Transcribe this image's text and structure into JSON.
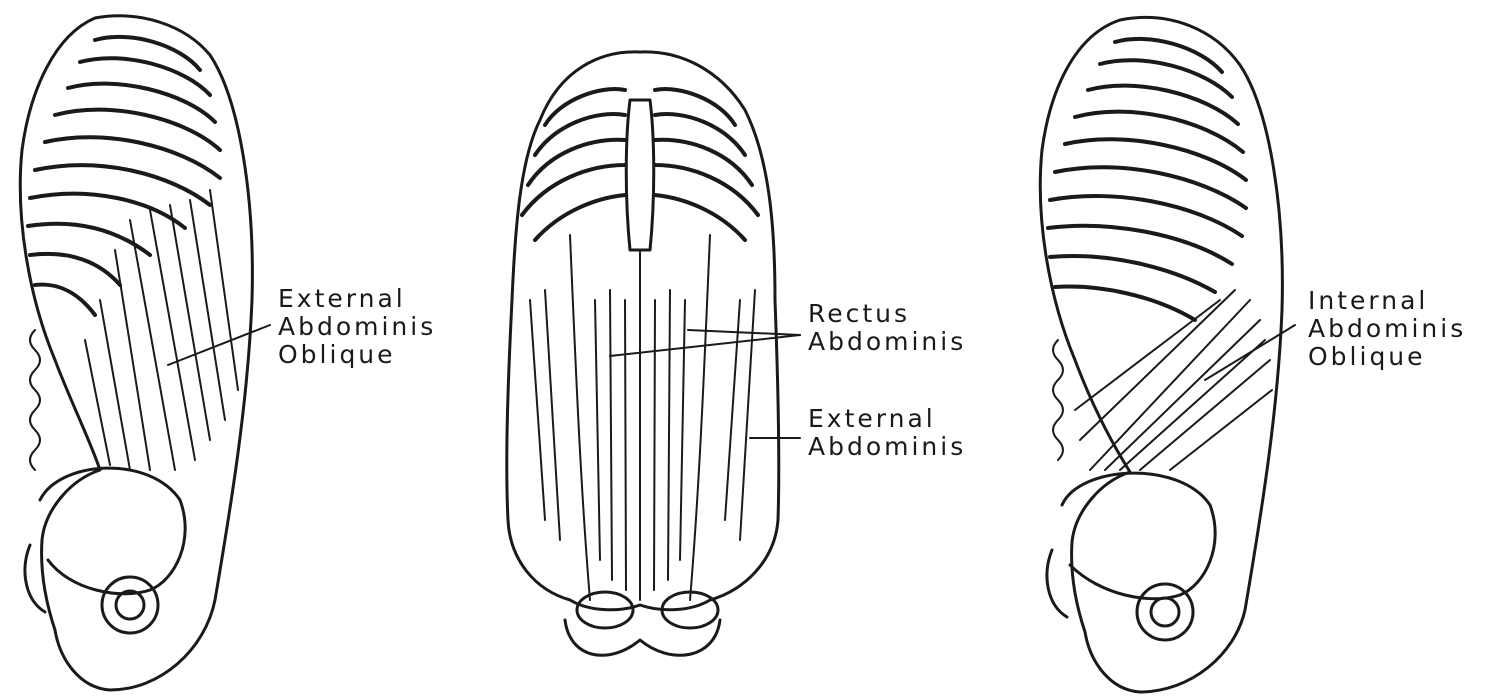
{
  "figures": [
    {
      "id": "side-view-external",
      "labels": [
        {
          "name": "external-abdominis-oblique-label",
          "lines": [
            "External",
            "Abdominis",
            "Oblique"
          ]
        }
      ]
    },
    {
      "id": "front-view",
      "labels": [
        {
          "name": "rectus-abdominis-label",
          "lines": [
            "Rectus",
            "Abdominis"
          ]
        },
        {
          "name": "external-abdominis-label",
          "lines": [
            "External",
            "Abdominis"
          ]
        }
      ]
    },
    {
      "id": "side-view-internal",
      "labels": [
        {
          "name": "internal-abdominis-oblique-label",
          "lines": [
            "Internal",
            "Abdominis",
            "Oblique"
          ]
        }
      ]
    }
  ],
  "colors": {
    "ink": "#1a1a1a",
    "background": "#ffffff"
  }
}
